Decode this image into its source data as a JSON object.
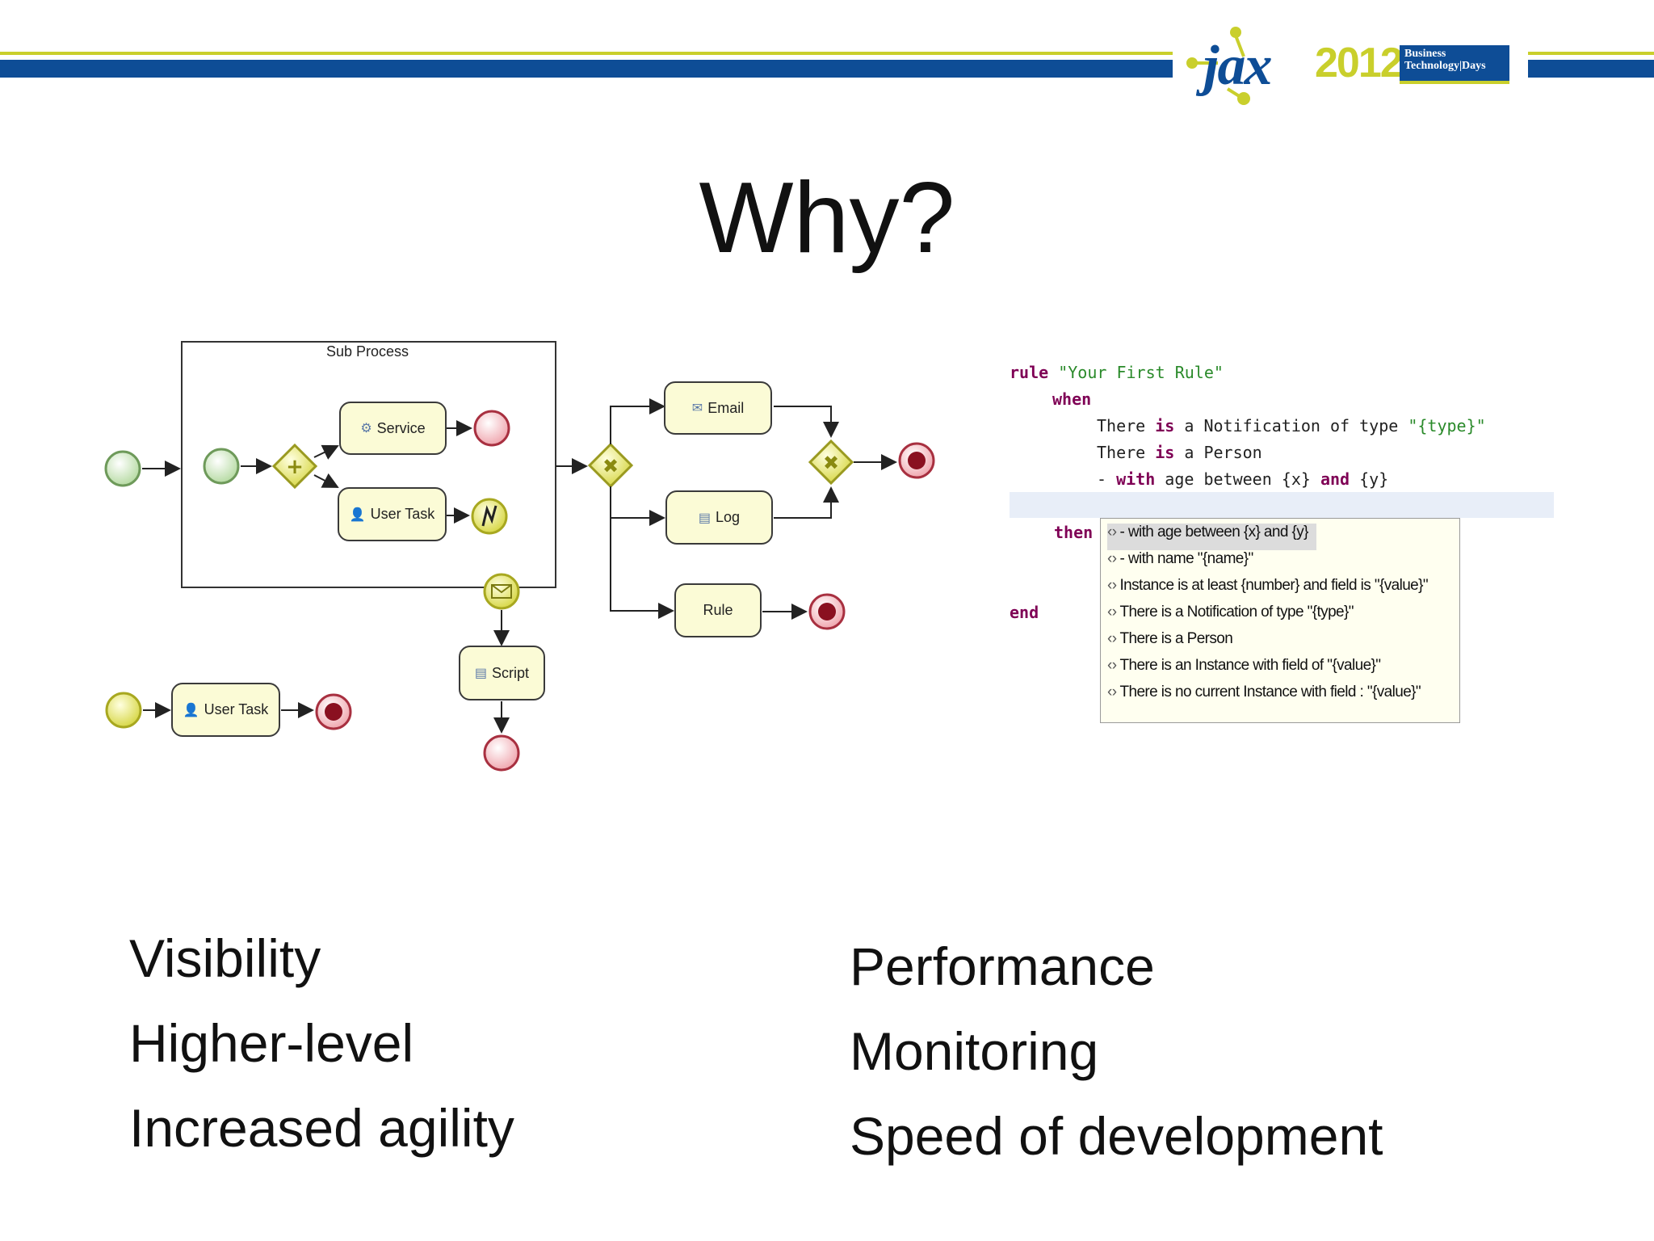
{
  "header": {
    "logo_jax": "jax",
    "logo_year": "2012",
    "logo_line1": "Business",
    "logo_line2": "Technology|Days",
    "colors": {
      "blue": "#0e4d96",
      "yellow": "#c9cf2c"
    }
  },
  "title": "Why?",
  "diagram": {
    "subprocess_label": "Sub Process",
    "nodes": {
      "service": "Service",
      "user_task": "User Task",
      "email": "Email",
      "log": "Log",
      "rule": "Rule",
      "script": "Script",
      "user_task_2": "User Task"
    }
  },
  "code": {
    "line1_kw": "rule",
    "line1_str": " \"Your First Rule\"",
    "when": "when",
    "l3a": "There ",
    "l3b": "is",
    "l3c": " a Notification of type ",
    "l3d": "\"{type}\"",
    "l4a": "There ",
    "l4b": "is",
    "l4c": " a Person",
    "l5a": "- ",
    "l5b": "with",
    "l5c": " age between {x} ",
    "l5d": "and",
    "l5e": " {y}",
    "then": "then",
    "end": "end"
  },
  "autocomplete": [
    "- with age between {x} and {y}",
    "- with name \"{name}\"",
    "Instance is at least {number} and field is \"{value}\"",
    "There is a Notification of type \"{type}\"",
    "There is a Person",
    "There is an Instance with field of \"{value}\"",
    "There is no current Instance with field : \"{value}\""
  ],
  "bullets_left": [
    "Visibility",
    "Higher-level",
    "Increased agility"
  ],
  "bullets_right": [
    "Performance",
    "Monitoring",
    "Speed of development"
  ]
}
